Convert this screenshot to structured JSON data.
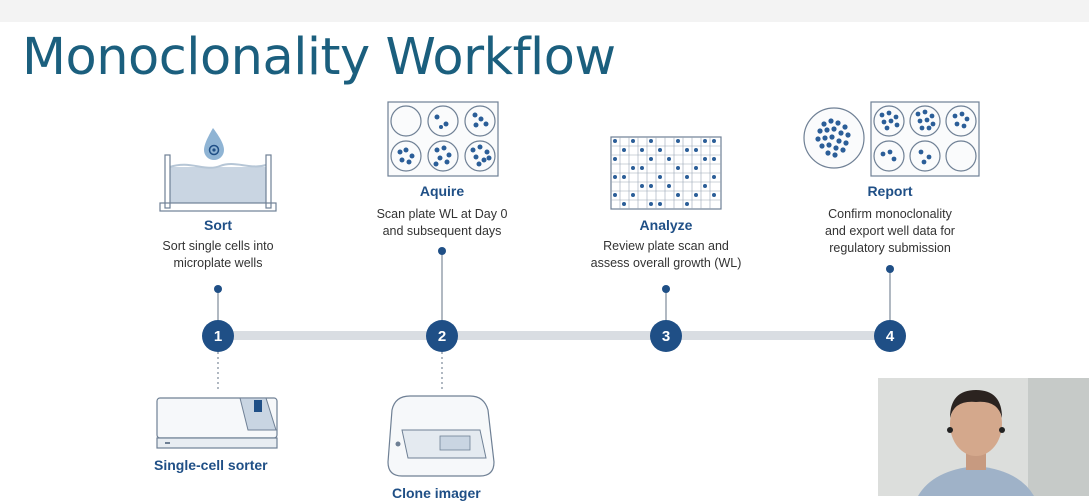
{
  "title": "Monoclonality Workflow",
  "colors": {
    "title": "#1b5f7e",
    "accent_navy": "#1f4f86",
    "timeline_bar": "#d9dde2",
    "dot": "#1f4f86"
  },
  "steps": [
    {
      "number": "1",
      "title": "Sort",
      "desc_lines": [
        "Sort single cells into",
        "microplate wells"
      ],
      "icon": "sorting-trough-icon"
    },
    {
      "number": "2",
      "title": "Aquire",
      "desc_lines": [
        "Scan plate WL at Day 0",
        "and subsequent days"
      ],
      "icon": "well-plate-icon"
    },
    {
      "number": "3",
      "title": "Analyze",
      "desc_lines": [
        "Review plate scan and",
        "assess overall growth (WL)"
      ],
      "icon": "plate-grid-icon"
    },
    {
      "number": "4",
      "title": "Report",
      "desc_lines": [
        "Confirm monoclonality",
        "and export well data for",
        "regulatory submission"
      ],
      "icon": "colony-report-icon"
    }
  ],
  "instruments": [
    {
      "label": "Single-cell sorter",
      "icon": "cell-sorter-icon"
    },
    {
      "label": "Clone imager",
      "icon": "clone-imager-icon"
    }
  ]
}
